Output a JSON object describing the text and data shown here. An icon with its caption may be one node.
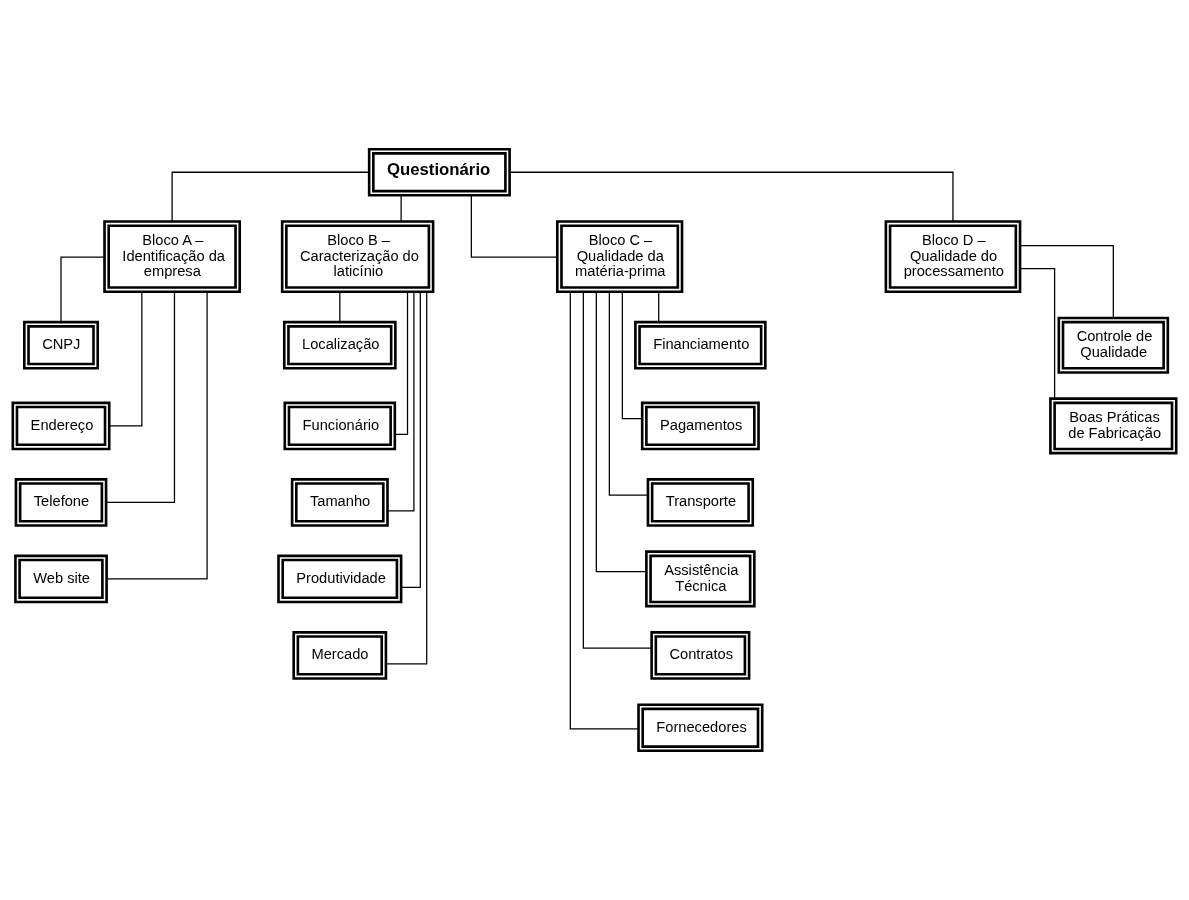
{
  "diagram": {
    "nodes": [
      {
        "text": [
          "Questionário"
        ]
      },
      {
        "text": [
          "Bloco A – Identificação da empresa"
        ]
      },
      {
        "text": [
          "Bloco B – Caracterização do laticínio"
        ]
      },
      {
        "text": [
          "Bloco C – Qualidade da matéria-prima"
        ]
      },
      {
        "text": [
          "Bloco D – Qualidade do processamento"
        ]
      },
      {
        "text": [
          "CNPJ"
        ]
      },
      {
        "text": [
          "Endereço"
        ]
      },
      {
        "text": [
          "Telefone"
        ]
      },
      {
        "text": [
          "Web site"
        ]
      },
      {
        "text": [
          "Localização"
        ]
      },
      {
        "text": [
          "Funcionário"
        ]
      },
      {
        "text": [
          "Tamanho"
        ]
      },
      {
        "text": [
          "Produtividade"
        ]
      },
      {
        "text": [
          "Mercado"
        ]
      },
      {
        "text": [
          "Financiamento"
        ]
      },
      {
        "text": [
          "Pagamentos"
        ]
      },
      {
        "text": [
          "Transporte"
        ]
      },
      {
        "text": [
          "Assistência Técnica"
        ]
      },
      {
        "text": [
          "Contratos"
        ]
      },
      {
        "text": [
          "Fornecedores"
        ]
      },
      {
        "text": [
          "Controle de Qualidade"
        ]
      },
      {
        "text": [
          "Boas Práticas de Fabricação"
        ]
      }
    ],
    "edges": [
      {
        "from": 0,
        "to": 1,
        "arrow": "none"
      },
      {
        "from": 0,
        "to": 2,
        "arrow": "none"
      },
      {
        "from": 0,
        "to": 3,
        "arrow": "none"
      },
      {
        "from": 0,
        "to": 4,
        "arrow": "none"
      },
      {
        "from": 1,
        "to": 5,
        "arrow": "none"
      },
      {
        "from": 1,
        "to": 6,
        "arrow": "none"
      },
      {
        "from": 1,
        "to": 7,
        "arrow": "none"
      },
      {
        "from": 1,
        "to": 8,
        "arrow": "none"
      },
      {
        "from": 2,
        "to": 9,
        "arrow": "none"
      },
      {
        "from": 2,
        "to": 10,
        "arrow": "none"
      },
      {
        "from": 2,
        "to": 11,
        "arrow": "none"
      },
      {
        "from": 2,
        "to": 12,
        "arrow": "none"
      },
      {
        "from": 2,
        "to": 13,
        "arrow": "none"
      },
      {
        "from": 3,
        "to": 14,
        "arrow": "none"
      },
      {
        "from": 3,
        "to": 15,
        "arrow": "none"
      },
      {
        "from": 3,
        "to": 16,
        "arrow": "none"
      },
      {
        "from": 3,
        "to": 17,
        "arrow": "none"
      },
      {
        "from": 3,
        "to": 18,
        "arrow": "none"
      },
      {
        "from": 3,
        "to": 19,
        "arrow": "none"
      },
      {
        "from": 4,
        "to": 20,
        "arrow": "none"
      },
      {
        "from": 4,
        "to": 21,
        "arrow": "none"
      }
    ]
  }
}
